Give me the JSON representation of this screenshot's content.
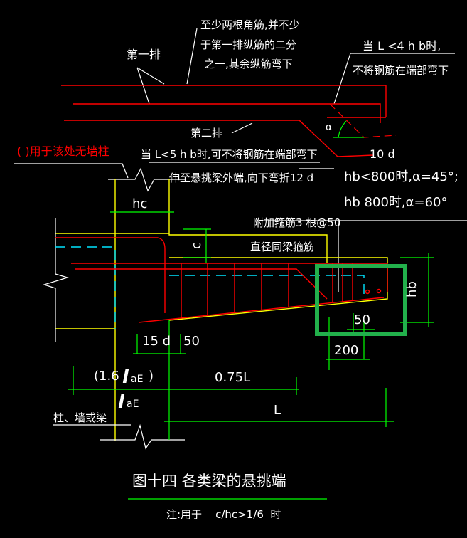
{
  "drawing": {
    "title": "图十四  各类梁的悬挑端",
    "note": "注:用于    c/hc>1/6  时",
    "colors": {
      "background": "#000000",
      "rebar": "#ff0000",
      "concrete_outline": "#ffff00",
      "dimension": "#00ff00",
      "stirrup_outline": "#00e5ff",
      "highlight_box": "#22b04b",
      "text": "#ffffff"
    }
  },
  "annotations": {
    "first_row": "第一排",
    "corner_bars_line1": "至少两根角筋,并不少",
    "corner_bars_line2": "于第一排纵筋的二分",
    "corner_bars_line3": "之一,其余纵筋弯下",
    "short_l_line1": "当 L <4 h b时,",
    "short_l_line2": "不将钢筋在端部弯下",
    "second_row": "第二排",
    "second_row_line1": "当 L<5 h b时,可不将钢筋在端部弯下",
    "second_row_line2": "伸至悬挑梁外端,向下弯折12 d",
    "no_wall_column": "(   )用于该处无墙柱",
    "angle_symbol": "α",
    "bend_length": "10 d",
    "angle_rule_1": "hb<800时,α=45°;",
    "angle_rule_2": "hb 800时,α=60°",
    "extra_stirrups_line1": "附加箍筋3 根@50",
    "extra_stirrups_line2": "直径同梁箍筋",
    "support_label": "柱、墙或梁"
  },
  "dimensions": {
    "hc": "hc",
    "c": "c",
    "hb": "hb",
    "d15": "15 d",
    "fifty_left": "50",
    "fifty_right": "50",
    "two_hundred": "200",
    "anchorage_paren_prefix": "(1.6",
    "anchorage_paren_suffix": ")",
    "anchorage_symbol": "l",
    "anchorage_sub": "aE",
    "anchorage_sub2": "aE",
    "three_quarter_l": "0.75L",
    "l": "L"
  }
}
